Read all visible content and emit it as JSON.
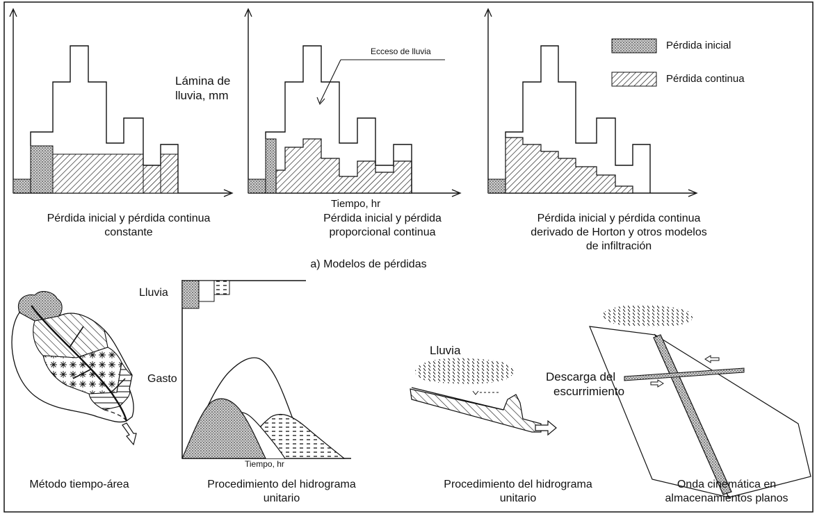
{
  "section_a": {
    "caption": "a) Modelos de pérdidas",
    "ylabel_line1": "Lámina de",
    "ylabel_line2": "lluvia, mm",
    "xlabel": "Tiempo, hr",
    "annotation": "Ecceso de lluvia",
    "legend": [
      {
        "label": "Pérdida inicial",
        "pattern": "dotted"
      },
      {
        "label": "Pérdida continua",
        "pattern": "hatched"
      }
    ],
    "panels": [
      {
        "caption_lines": [
          "Pérdida inicial y pérdida continua",
          "constante"
        ]
      },
      {
        "caption_lines": [
          "Pérdida inicial y pérdida",
          "proporcional continua"
        ]
      },
      {
        "caption_lines": [
          "Pérdida inicial y pérdida continua",
          "derivado de Horton y otros modelos",
          "de infiltración"
        ]
      }
    ]
  },
  "section_b": {
    "panels": [
      {
        "caption_lines": [
          "Método tiempo-área"
        ]
      },
      {
        "caption_lines": [
          "Procedimiento del hidrograma",
          "unitario"
        ],
        "ylabel_top": "Lluvia",
        "ylabel_mid": "Gasto",
        "xlabel": "Tiempo, hr"
      },
      {
        "caption_lines": [
          "Procedimiento del hidrograma",
          "unitario"
        ],
        "rain_label": "Lluvia",
        "runoff_label_line1": "Descarga del",
        "runoff_label_line2": "escurrimiento"
      },
      {
        "caption_lines": [
          "Onda cinemática en",
          "almacenamientos planos"
        ]
      }
    ]
  },
  "colors": {
    "line": "#111111",
    "background": "#ffffff"
  }
}
